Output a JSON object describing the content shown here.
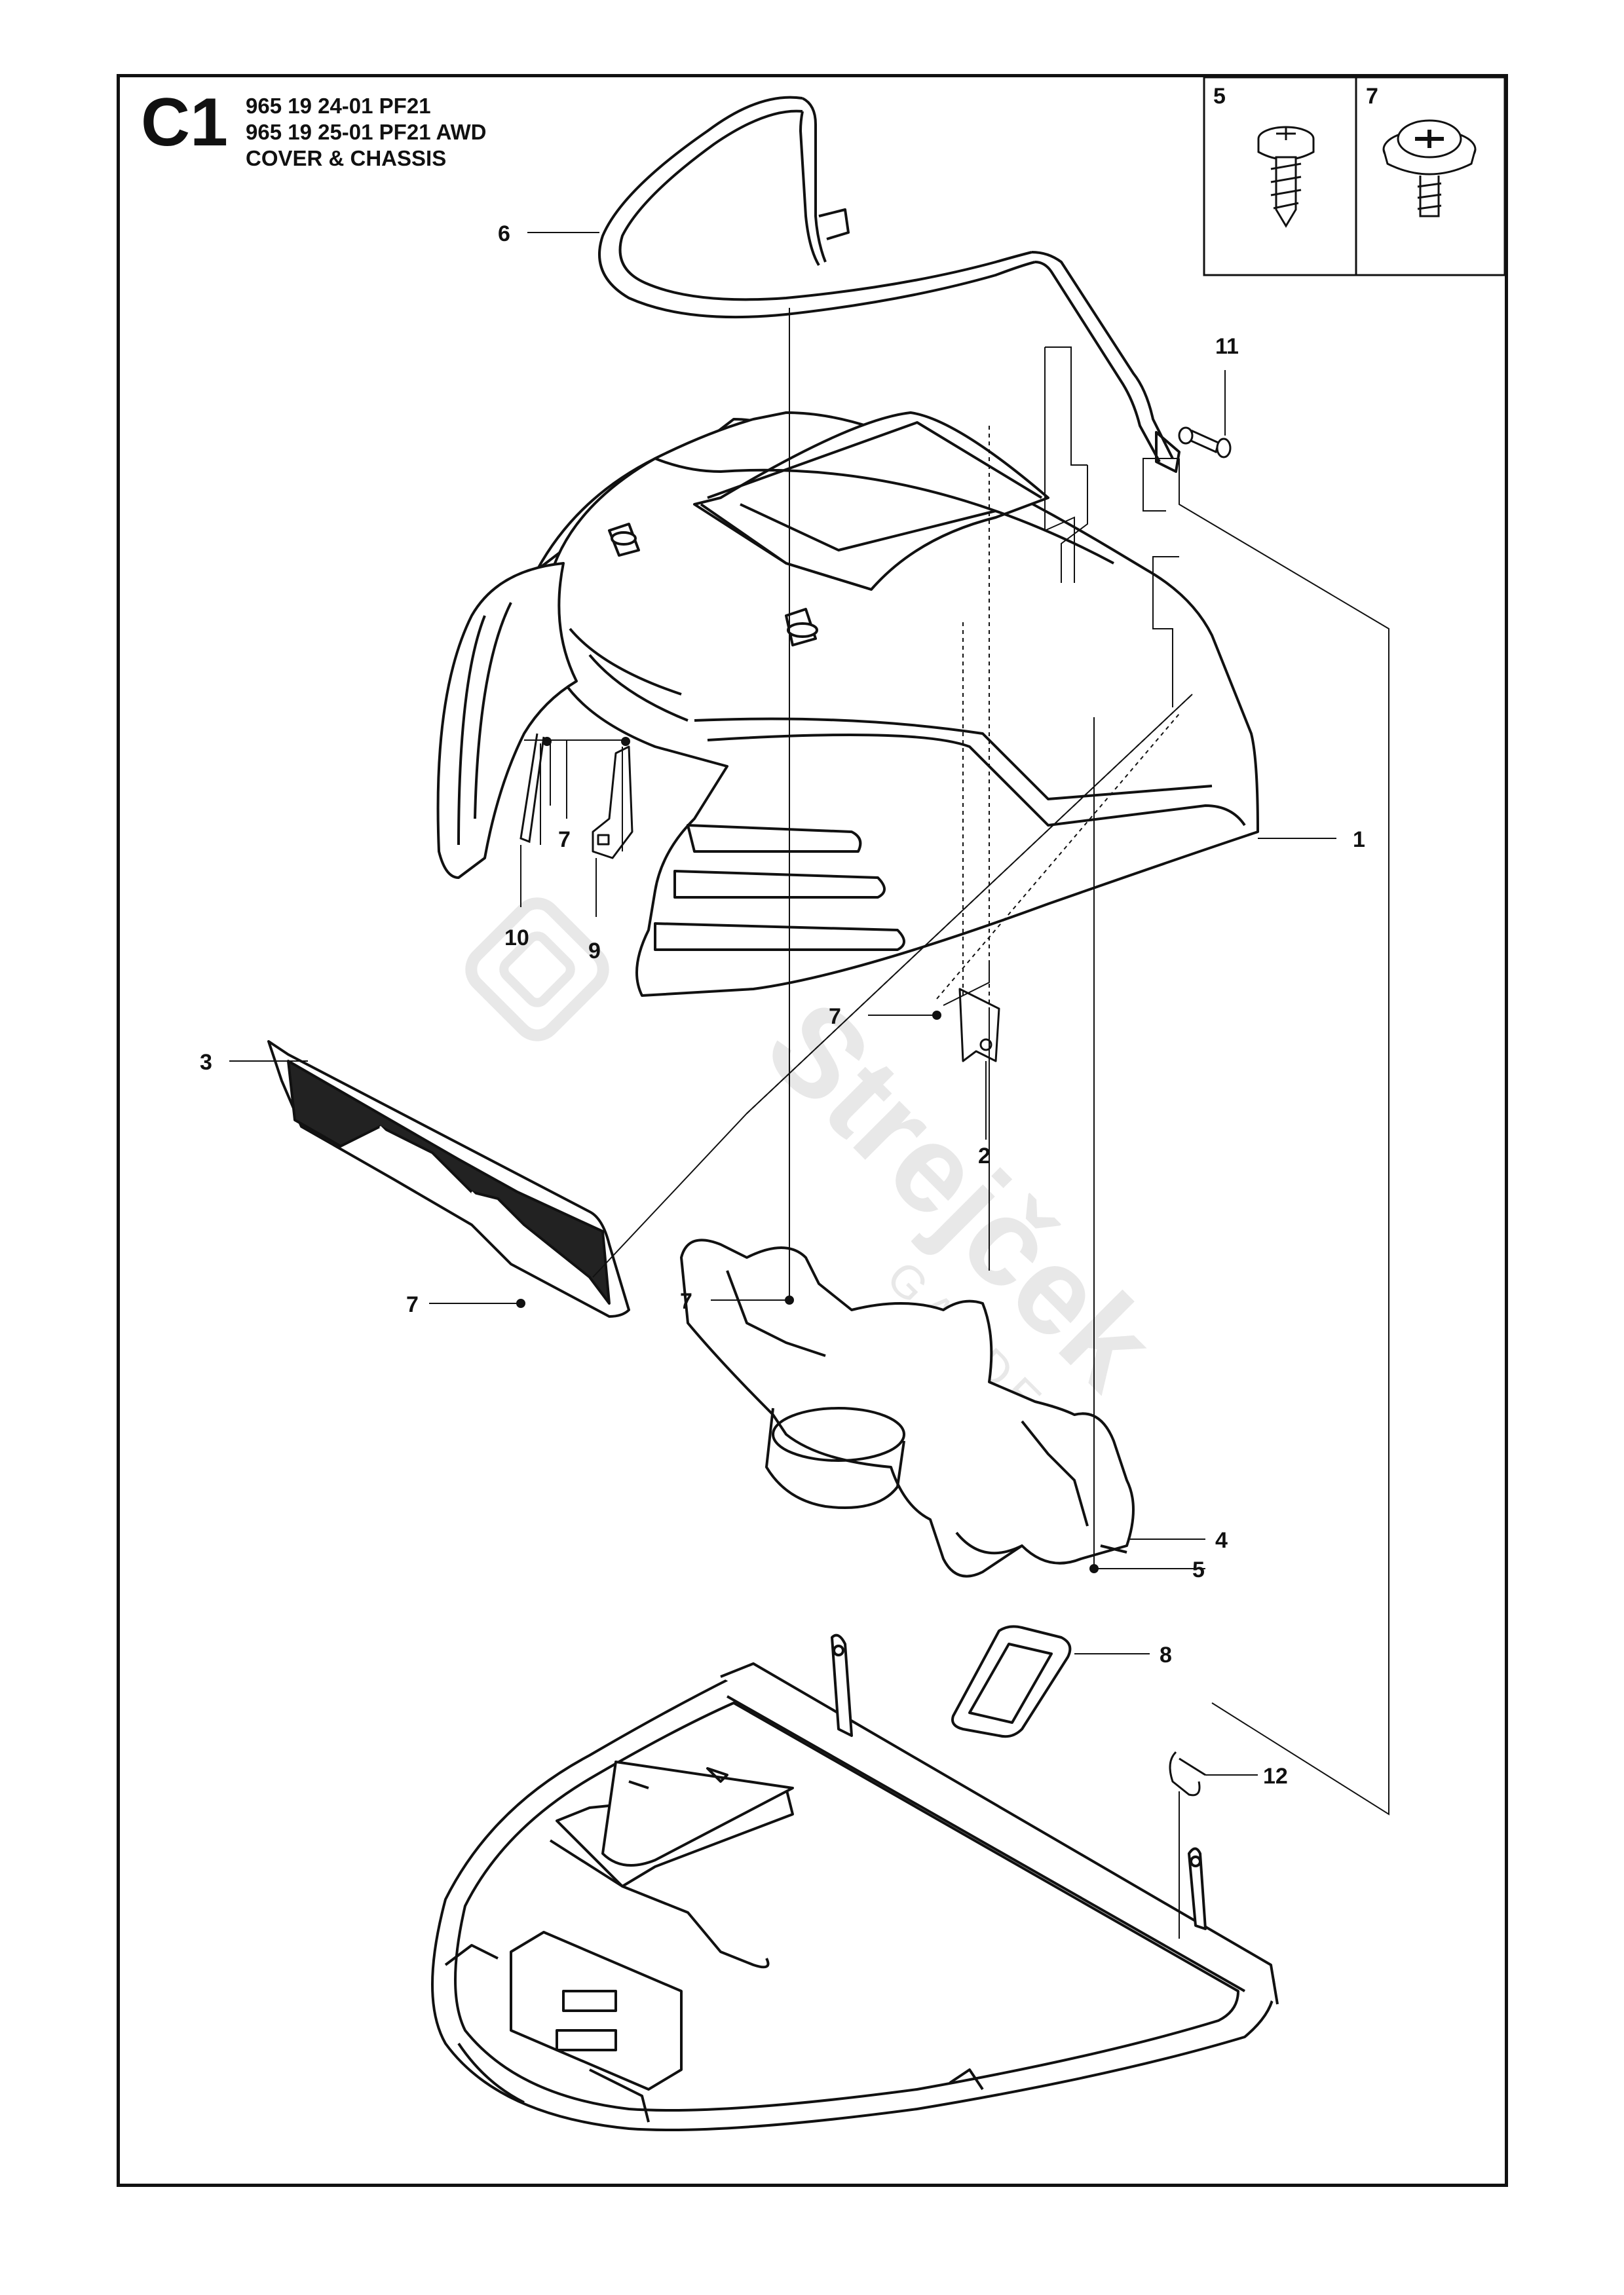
{
  "header": {
    "section": "C1",
    "lines": [
      "965 19 24-01 PF21",
      "965 19 25-01 PF21 AWD",
      "COVER & CHASSIS"
    ]
  },
  "inset": {
    "boxes": [
      {
        "label": "5",
        "icon": "self-tapping-screw-icon"
      },
      {
        "label": "7",
        "icon": "washer-head-screw-icon"
      }
    ]
  },
  "callouts": {
    "c1": "1",
    "c2": "2",
    "c3": "3",
    "c4": "4",
    "c5": "5",
    "c6": "6",
    "c7a": "7",
    "c7b": "7",
    "c7c": "7",
    "c7d": "7",
    "c8": "8",
    "c9": "9",
    "c10": "10",
    "c11": "11",
    "c12": "12"
  },
  "watermark": {
    "brand": "Strejček",
    "sub": "GARDEN"
  }
}
